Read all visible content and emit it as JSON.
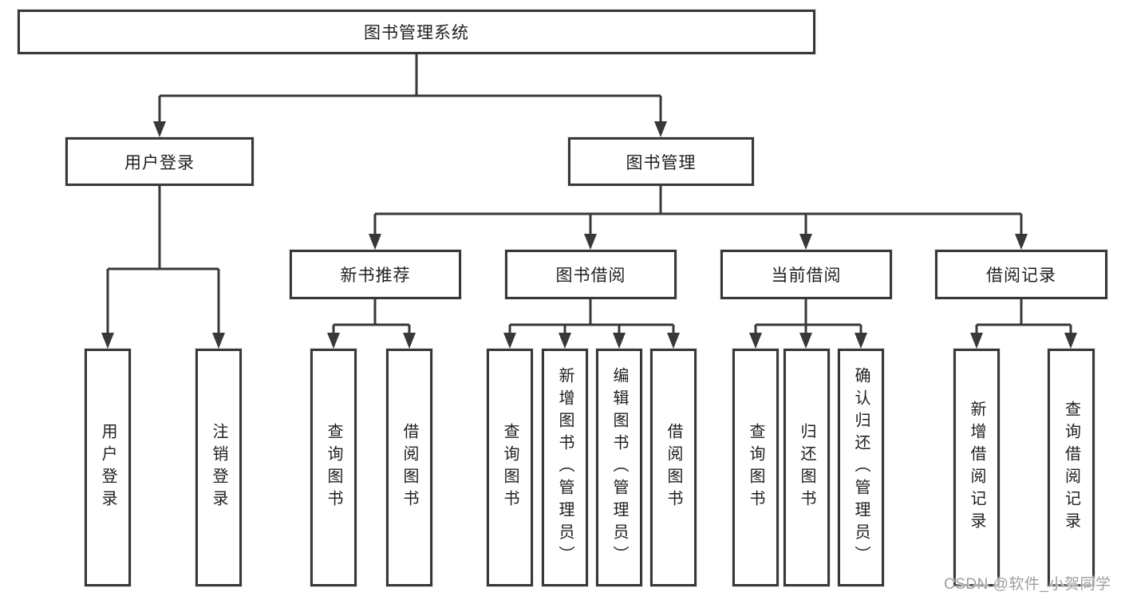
{
  "tree": {
    "label": "图书管理系统",
    "children": [
      {
        "label": "用户登录",
        "children": [
          {
            "label": "用户登录"
          },
          {
            "label": "注销登录"
          }
        ]
      },
      {
        "label": "图书管理",
        "children": [
          {
            "label": "新书推荐",
            "children": [
              {
                "label": "查询图书"
              },
              {
                "label": "借阅图书"
              }
            ]
          },
          {
            "label": "图书借阅",
            "children": [
              {
                "label": "查询图书"
              },
              {
                "label": "新增图书（管理员）"
              },
              {
                "label": "编辑图书（管理员）"
              },
              {
                "label": "借阅图书"
              }
            ]
          },
          {
            "label": "当前借阅",
            "children": [
              {
                "label": "查询图书"
              },
              {
                "label": "归还图书"
              },
              {
                "label": "确认归还（管理员）"
              }
            ]
          },
          {
            "label": "借阅记录",
            "children": [
              {
                "label": "新增借阅记录"
              },
              {
                "label": "查询借阅记录"
              }
            ]
          }
        ]
      }
    ]
  },
  "watermark": {
    "text": "CSDN @软件_小贺同学"
  },
  "colors": {
    "line": "#383838",
    "text": "#1f1f1f",
    "watermark": "#9f9f9f",
    "background": "#ffffff"
  }
}
